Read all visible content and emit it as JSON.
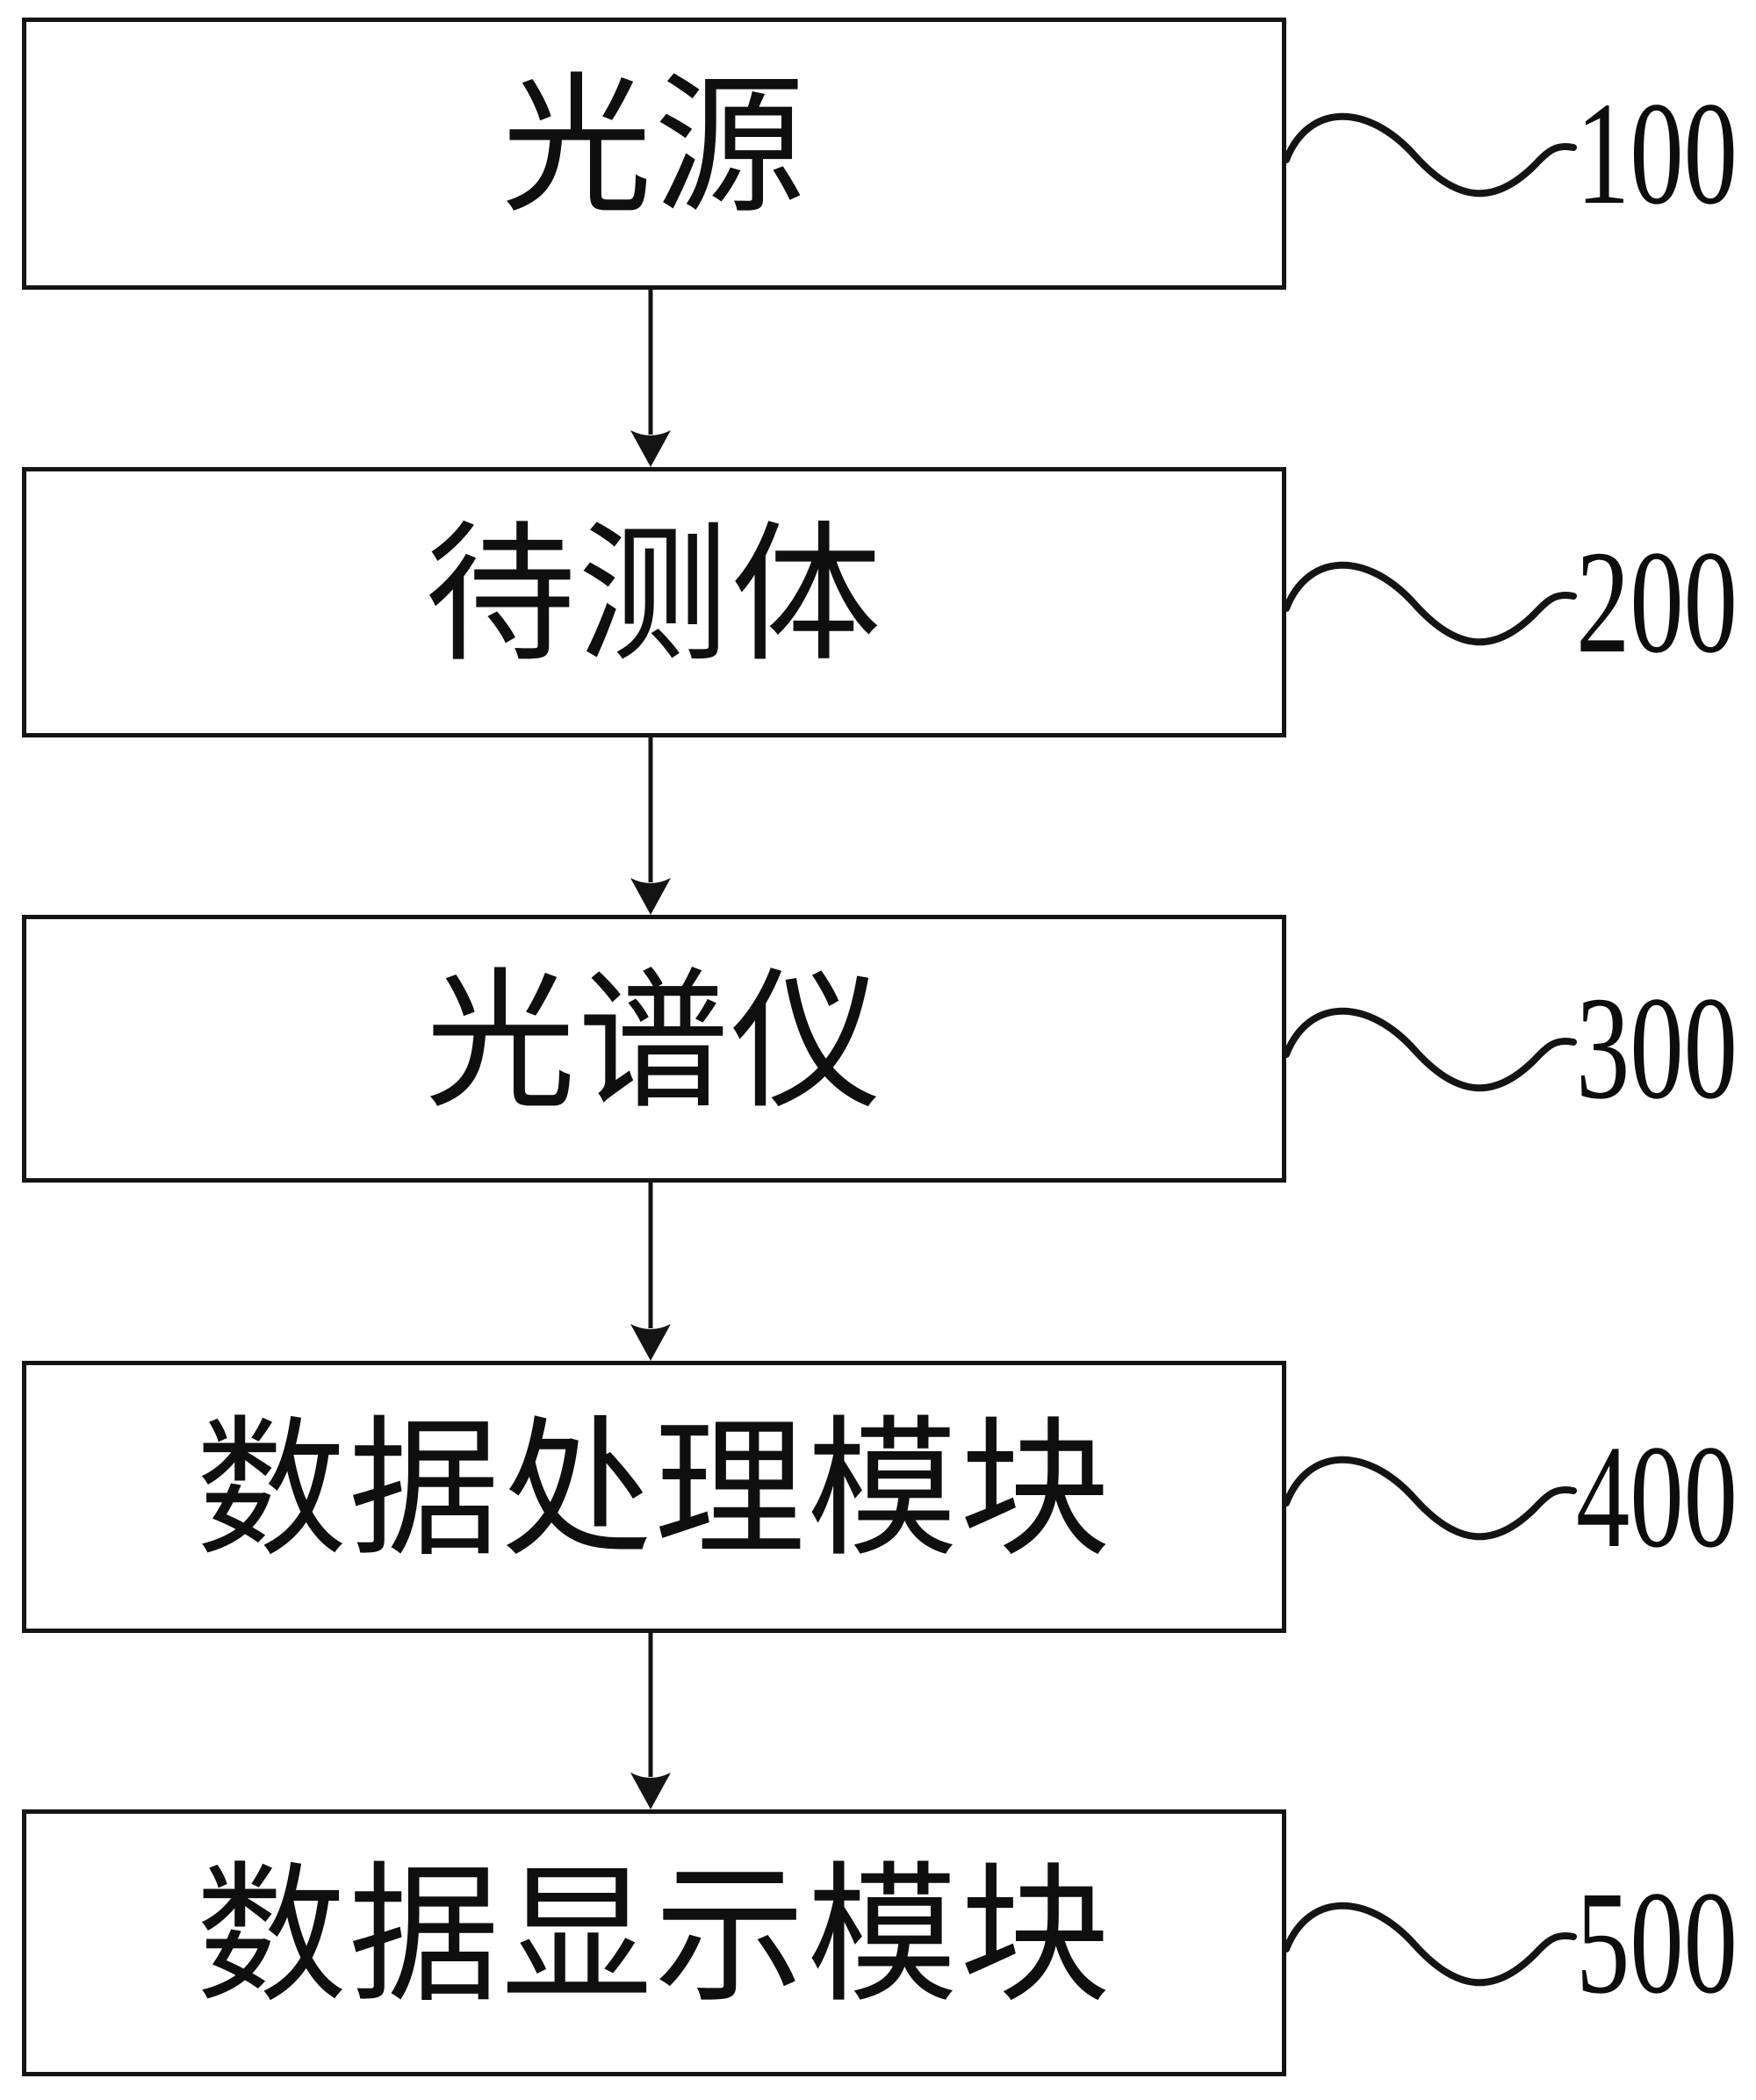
{
  "figure": {
    "type": "block-diagram",
    "background_color": "#ffffff",
    "ink_color": "#141414",
    "blocks": [
      {
        "label": "光源",
        "ref": "100"
      },
      {
        "label": "待测体",
        "ref": "200"
      },
      {
        "label": "光谱仪",
        "ref": "300"
      },
      {
        "label": "数据处理模块",
        "ref": "400"
      },
      {
        "label": "数据显示模块",
        "ref": "500"
      }
    ],
    "connections": [
      {
        "from": "光源",
        "to": "待测体"
      },
      {
        "from": "待测体",
        "to": "光谱仪"
      },
      {
        "from": "光谱仪",
        "to": "数据处理模块"
      },
      {
        "from": "数据处理模块",
        "to": "数据显示模块"
      }
    ]
  }
}
